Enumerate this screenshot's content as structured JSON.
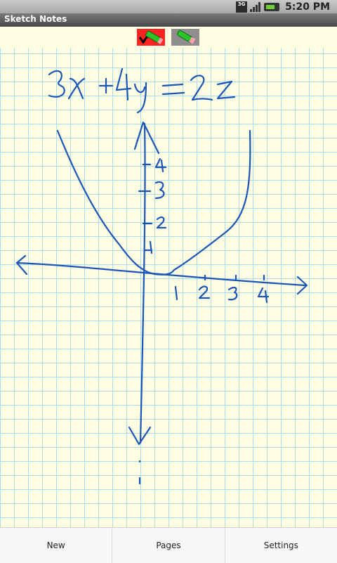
{
  "status_bar": {
    "time": "5:20 PM",
    "network": "3G"
  },
  "app": {
    "title": "Sketch Notes"
  },
  "toolbar": {
    "pen_icon": "pen-check-icon",
    "eraser_icon": "eraser-icon"
  },
  "menu": {
    "new_label": "New",
    "pages_label": "Pages",
    "settings_label": "Settings"
  },
  "colors": {
    "ink": "#1a55b8",
    "paper": "#fffde2",
    "grid": "#a9dcec",
    "pen_active": "#ff2222"
  }
}
